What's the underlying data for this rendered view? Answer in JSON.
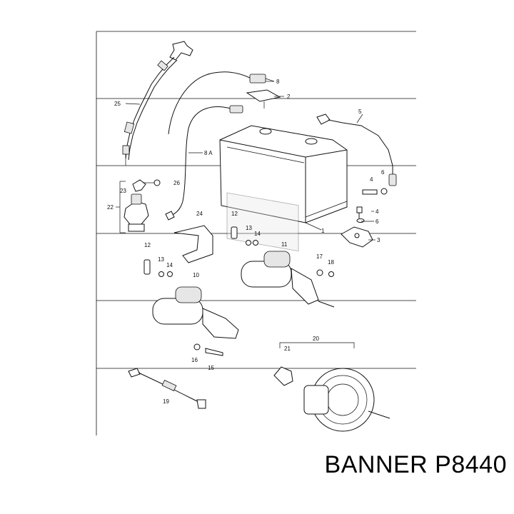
{
  "caption": "BANNER P8440",
  "callouts": {
    "c25": "25",
    "c8": "8",
    "c2": "2",
    "c5": "5",
    "c8a": "8 A",
    "c4a": "4",
    "c6a": "6",
    "c4b": "4",
    "c6b": "6",
    "c3": "3",
    "c23": "23",
    "c26": "26",
    "c22": "22",
    "c24": "24",
    "c12a": "12",
    "c13a": "13",
    "c14a": "14",
    "c1": "1",
    "c11": "11",
    "c12b": "12",
    "c13b": "13",
    "c14b": "14",
    "c17": "17",
    "c18": "18",
    "c10": "10",
    "c16": "16",
    "c15": "15",
    "c20": "20",
    "c21": "21",
    "c19": "19"
  }
}
